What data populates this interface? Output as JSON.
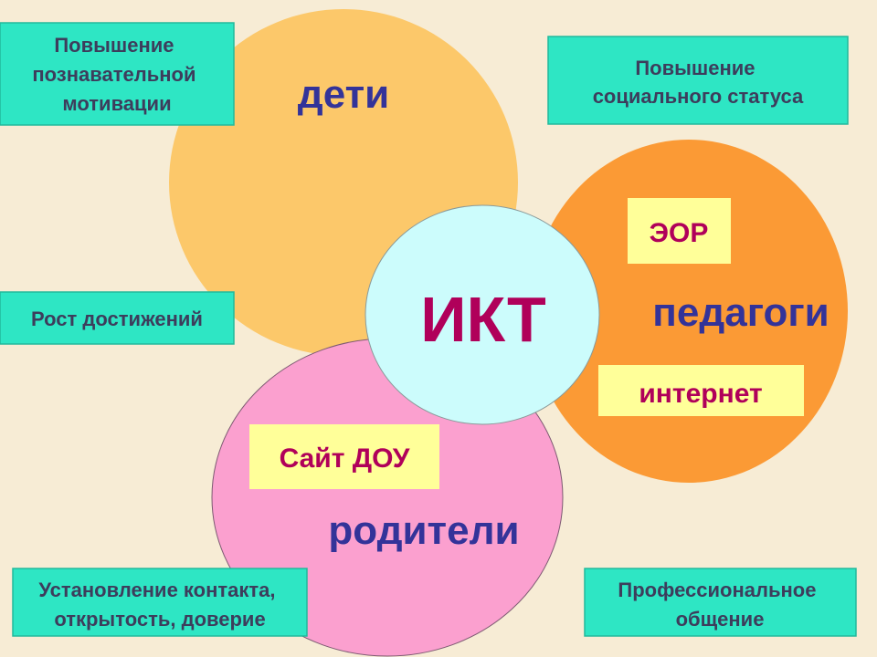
{
  "center": {
    "label": "ИКТ"
  },
  "circles": {
    "children": "дети",
    "teachers": "педагоги",
    "parents": "родители"
  },
  "resources": {
    "eor": "ЭОР",
    "internet": "интернет",
    "site": "Сайт ДОУ"
  },
  "outcomes": {
    "cognitive_motivation": [
      "Повышение",
      "познавательной",
      "мотивации"
    ],
    "social_status": [
      "Повышение",
      "социального статуса"
    ],
    "achievement_growth": [
      "Рост достижений"
    ],
    "contact": [
      "Установление контакта,",
      "открытость, доверие"
    ],
    "professional": [
      "Профессиональное",
      "общение"
    ]
  },
  "colors": {
    "background": "#f7ecd5",
    "children_circle": "#fcc86a",
    "teachers_circle": "#fb9a35",
    "parents_circle": "#fba0cf",
    "center_circle": "#ccfcfc",
    "outcome_box": "#2ee6c4",
    "resource_box": "#ffff99"
  }
}
